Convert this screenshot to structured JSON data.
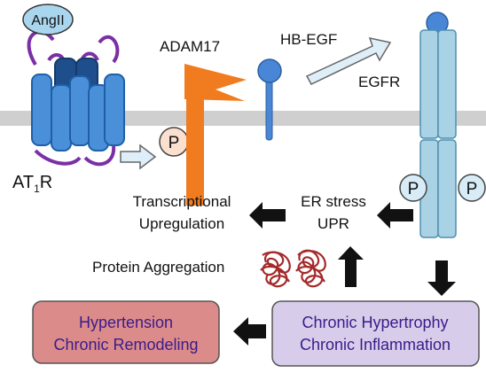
{
  "labels": {
    "angii": "AngII",
    "adam17": "ADAM17",
    "hb_egf": "HB-EGF",
    "egfr": "EGFR",
    "at1r_main": "AT",
    "at1r_sub": "1",
    "at1r_end": "R",
    "phospho": "P",
    "transcriptional_line1": "Transcriptional",
    "transcriptional_line2": "Upregulation",
    "er_stress_line1": "ER stress",
    "er_stress_line2": "UPR",
    "protein_aggregation": "Protein Aggregation"
  },
  "boxes": {
    "hypertension": {
      "line1": "Hypertension",
      "line2": "Chronic Remodeling",
      "fill": "#dc8b8b"
    },
    "hypertrophy": {
      "line1": "Chronic Hypertrophy",
      "line2": "Chronic Inflammation",
      "fill": "#d7cce9"
    }
  },
  "colors": {
    "membrane": "#cfcfcf",
    "at1r_helix": "#4a90d9",
    "at1r_helix_dark": "#1e4f8c",
    "at1r_loop": "#7b2fa6",
    "angii_fill": "#a9d6ee",
    "adam17": "#f07c1f",
    "hb_egf": "#4a86d6",
    "egfr": "#a9d2e4",
    "phospho_fill": "#fbe0cf",
    "arrow_black": "#111111",
    "arrow_hollow": "#dfeff9",
    "aggregate": "#a52a2a"
  }
}
